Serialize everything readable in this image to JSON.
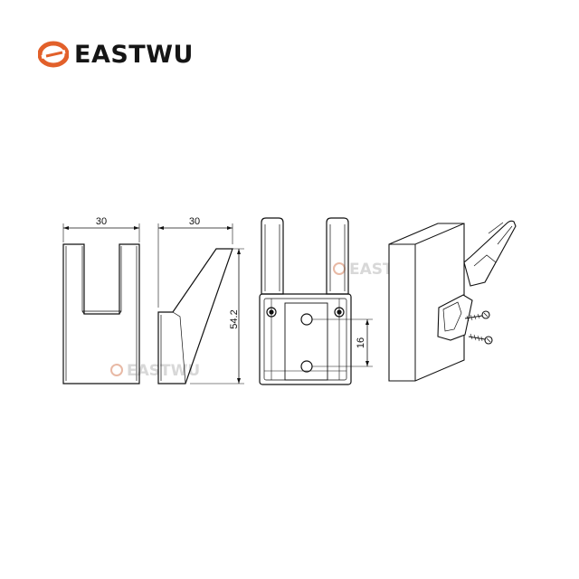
{
  "brand": {
    "name": "EASTWU",
    "accent_color": "#e2602a",
    "mark_icon": "eastwu-logo-icon"
  },
  "watermark": {
    "text": "EASTWU",
    "color": "#d8d8d8"
  },
  "dimensions": {
    "front_width": "30",
    "side_width": "30",
    "height": "54.2",
    "hole_spacing": "16"
  },
  "views": [
    "front-view",
    "side-view",
    "back-view",
    "install-view"
  ]
}
